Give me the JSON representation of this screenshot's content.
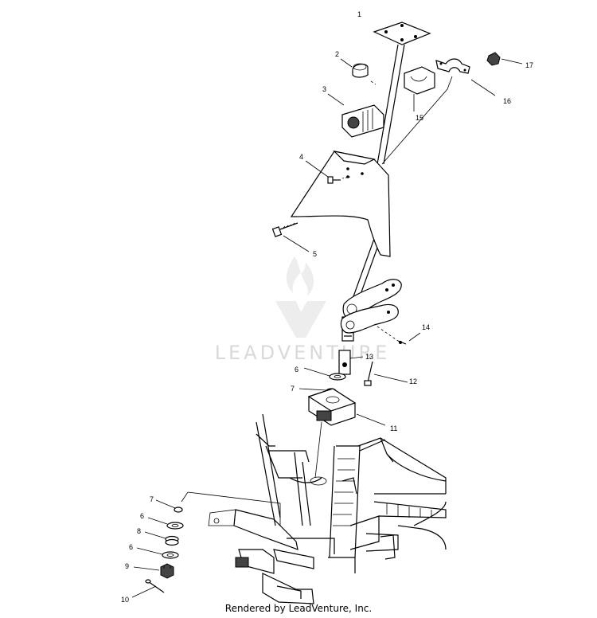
{
  "diagram": {
    "callouts": [
      {
        "id": "c1",
        "text": "1"
      },
      {
        "id": "c2",
        "text": "2"
      },
      {
        "id": "c3",
        "text": "3"
      },
      {
        "id": "c4",
        "text": "4"
      },
      {
        "id": "c5",
        "text": "5"
      },
      {
        "id": "c6a",
        "text": "6"
      },
      {
        "id": "c6b",
        "text": "6"
      },
      {
        "id": "c6c",
        "text": "6"
      },
      {
        "id": "c7a",
        "text": "7"
      },
      {
        "id": "c7b",
        "text": "7"
      },
      {
        "id": "c8",
        "text": "8"
      },
      {
        "id": "c9",
        "text": "9"
      },
      {
        "id": "c10",
        "text": "10"
      },
      {
        "id": "c11",
        "text": "11"
      },
      {
        "id": "c12",
        "text": "12"
      },
      {
        "id": "c13",
        "text": "13"
      },
      {
        "id": "c14",
        "text": "14"
      },
      {
        "id": "c15",
        "text": "15"
      },
      {
        "id": "c16",
        "text": "16"
      },
      {
        "id": "c17",
        "text": "17"
      }
    ]
  },
  "watermark": {
    "text": "LEADVENTURE"
  },
  "footer": {
    "credit": "Rendered by LeadVenture, Inc."
  }
}
